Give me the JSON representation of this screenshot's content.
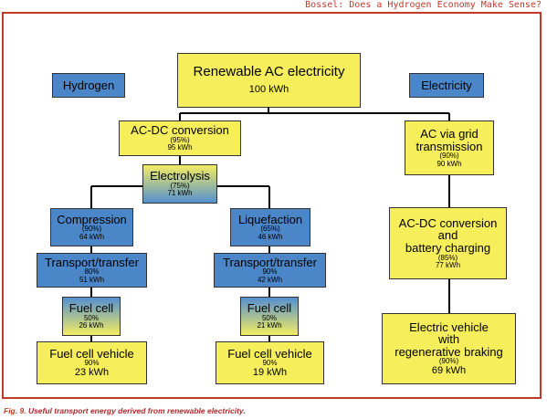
{
  "header": "Bossel: Does a Hydrogen Economy Make Sense?",
  "labels": {
    "hydrogen": "Hydrogen",
    "electricity": "Electricity"
  },
  "nodes": {
    "renewable": {
      "title": "Renewable AC electricity",
      "value": "100 kWh"
    },
    "acdc_h": {
      "title": "AC-DC conversion",
      "pct": "(95%)",
      "value": "95 kWh"
    },
    "electrolysis": {
      "title": "Electrolysis",
      "pct": "(75%)",
      "value": "71 kWh"
    },
    "compression": {
      "title": "Compression",
      "pct": "(90%)",
      "value": "64 kWh"
    },
    "liquefaction": {
      "title": "Liquefaction",
      "pct": "(65%)",
      "value": "46 kWh"
    },
    "transport_c": {
      "title": "Transport/transfer",
      "pct": "80%",
      "value": "51 kWh"
    },
    "transport_l": {
      "title": "Transport/transfer",
      "pct": "90%",
      "value": "42 kWh"
    },
    "fuelcell_c": {
      "title": "Fuel cell",
      "pct": "50%",
      "value": "26 kWh"
    },
    "fuelcell_l": {
      "title": "Fuel cell",
      "pct": "50%",
      "value": "21 kWh"
    },
    "vehicle_c": {
      "title": "Fuel cell vehicle",
      "pct": "90%",
      "value": "23 kWh"
    },
    "vehicle_l": {
      "title": "Fuel cell vehicle",
      "pct": "90%",
      "value": "19 kWh"
    },
    "grid": {
      "title1": "AC via grid",
      "title2": "transmission",
      "pct": "(90%)",
      "value": "90 kWh"
    },
    "acdc_e": {
      "title1": "AC-DC conversion",
      "title2": "and",
      "title3": "battery charging",
      "pct": "(85%)",
      "value": "77 kWh"
    },
    "ev": {
      "title1": "Electric vehicle",
      "title2": "with",
      "title3": "regenerative braking",
      "pct": "(90%)",
      "value": "69 kWh"
    }
  },
  "caption": {
    "label": "Fig. 9.",
    "text": "Useful transport energy derived from renewable electricity."
  },
  "colors": {
    "box_yellow": "#f6ee5a",
    "box_blue": "#4a86c8",
    "frame": "#c0392b"
  }
}
